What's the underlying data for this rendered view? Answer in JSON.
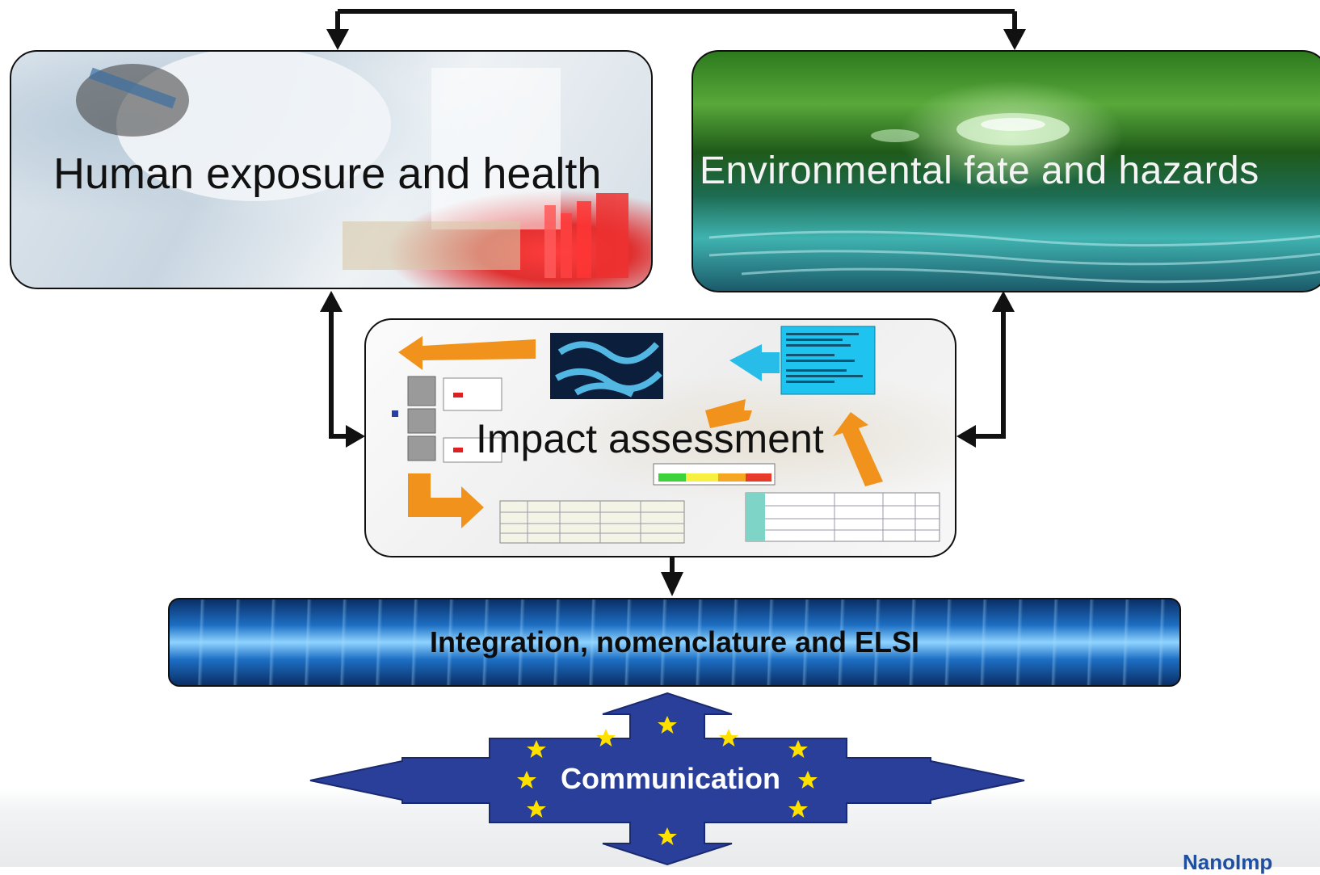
{
  "panels": {
    "human_title": "Human exposure and health",
    "environment_title": "Environmental fate and hazards",
    "impact_title": "Impact assessment",
    "integration_title": "Integration, nomenclature and ELSI",
    "communication_title": "Communication"
  },
  "footer": {
    "brand_fragment": "NanoImp"
  },
  "colors": {
    "arrow": "#111111",
    "orange_arrow": "#f0921c",
    "eu_blue": "#2a3f9a",
    "eu_star": "#ffe100",
    "brand": "#1f4fa0"
  },
  "icons": [
    "double-headed-arrow-icon",
    "orange-cycle-arrow-icon",
    "eu-star-icon",
    "cross-arrow-icon"
  ]
}
